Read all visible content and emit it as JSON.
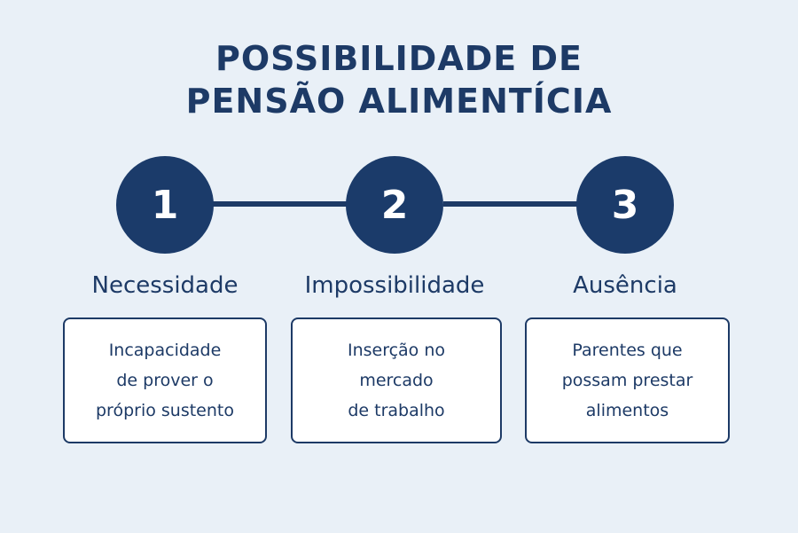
{
  "title": {
    "line1": "POSSIBILIDADE DE",
    "line2": "PENSÃO ALIMENTÍCIA"
  },
  "steps": [
    {
      "number": "1",
      "label": "Necessidade",
      "description": "Incapacidade\nde prover o\npróprio sustento"
    },
    {
      "number": "2",
      "label": "Impossibilidade",
      "description": "Inserção no\nmercado\nde trabalho"
    },
    {
      "number": "3",
      "label": "Ausência",
      "description": "Parentes que\npossam prestar\nalimentos"
    }
  ],
  "colors": {
    "background": "#e9f0f7",
    "primary": "#1d3a66",
    "circle": "#1b3b6a",
    "card": "#ffffff"
  }
}
